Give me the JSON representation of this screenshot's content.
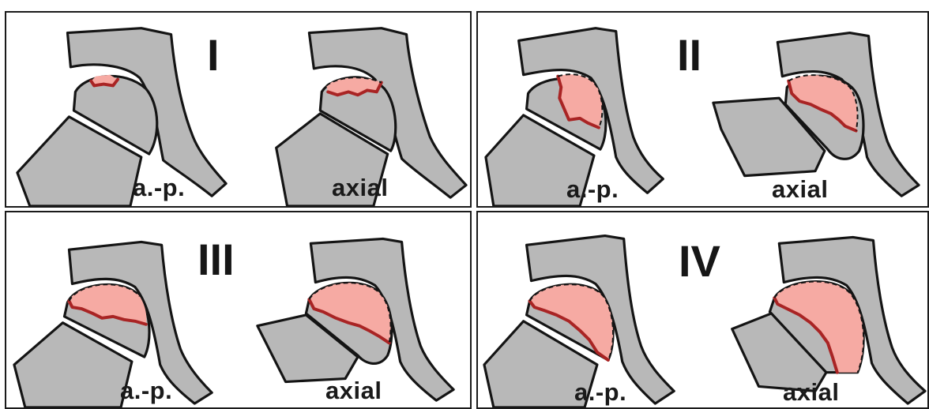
{
  "panels": [
    {
      "grade": "I",
      "labels": [
        "a.-p.",
        "axial"
      ],
      "extent": [
        "small",
        "small"
      ]
    },
    {
      "grade": "II",
      "labels": [
        "a.-p.",
        "axial"
      ],
      "extent": [
        "medium",
        "medium"
      ]
    },
    {
      "grade": "III",
      "labels": [
        "a.-p.",
        "axial"
      ],
      "extent": [
        "large",
        "large"
      ]
    },
    {
      "grade": "IV",
      "labels": [
        "a.-p.",
        "axial"
      ],
      "extent": [
        "full",
        "full"
      ]
    }
  ],
  "colors": {
    "bone": "#b8b8b8",
    "outline": "#141414",
    "lesion_fill": "#f6aaa3",
    "lesion_edge": "#a92424"
  }
}
